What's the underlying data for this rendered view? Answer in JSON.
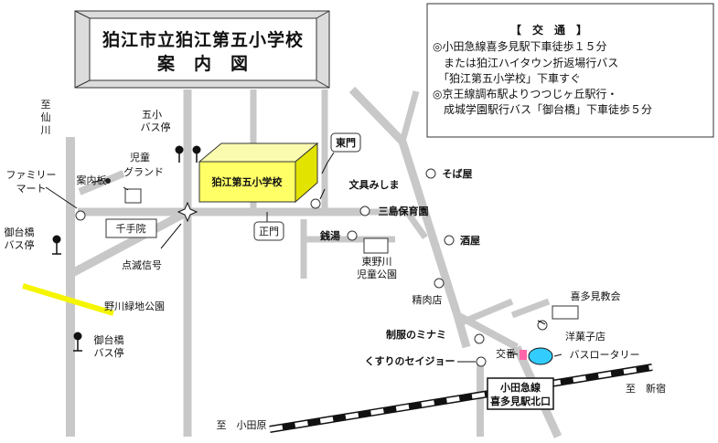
{
  "map": {
    "title_line1": "狛江市立狛江第五小学校",
    "title_line2": "案　内　図",
    "access": {
      "heading": "【　交　通　】",
      "lines": [
        "◎小田急線喜多見駅下車徒歩１５分",
        "　または狛江ハイタウン折返場行バス",
        "　「狛江第五小学校」下車すぐ",
        "◎京王線調布駅よりつつじヶ丘駅行・",
        "　成城学園駅行バス「御台橋」下車徒歩５分"
      ]
    },
    "directions": {
      "sengawa_1": "至",
      "sengawa_2": "仙",
      "sengawa_3": "川",
      "odawara": "至　小田原",
      "shinjuku": "至　新宿"
    },
    "labels": {
      "school": "狛江第五小学校",
      "east_gate": "東門",
      "main_gate": "正門",
      "goshou_stop_1": "五小",
      "goshou_stop_2": "バス停",
      "ground_1": "児童",
      "ground_2": "グランド",
      "family_mart_1": "ファミリー",
      "family_mart_2": "マート",
      "guide_board": "案内板",
      "senjuin": "千手院",
      "mitaibashi_1_a": "御台橋",
      "mitaibashi_1_b": "バス停",
      "blinking_signal": "点滅信号",
      "nogawa_park": "野川緑地公園",
      "mitaibashi_2_a": "御台橋",
      "mitaibashi_2_b": "バス停",
      "stationery": "文具みしま",
      "soba": "そば屋",
      "mishima_nursery": "三島保育園",
      "sento": "銭湯",
      "sake": "酒屋",
      "higashinogawa_park_1": "東野川",
      "higashinogawa_park_2": "児童公園",
      "butcher": "精肉店",
      "church": "喜多見教会",
      "uniform_shop": "制服のミナミ",
      "confectionery": "洋菓子店",
      "koban": "交番",
      "pharmacy": "くすりのセイジョー",
      "bus_rotary": "バスロータリー",
      "station_1": "小田急線",
      "station_2": "喜多見駅北口"
    },
    "colors": {
      "road": "#c8c8c8",
      "school_front": "#ffff66",
      "school_top": "#fbfbb0",
      "school_side": "#e3e300",
      "park_line": "#f5f500",
      "rotary": "#33ccff",
      "koban_mark": "#ff66aa"
    }
  }
}
